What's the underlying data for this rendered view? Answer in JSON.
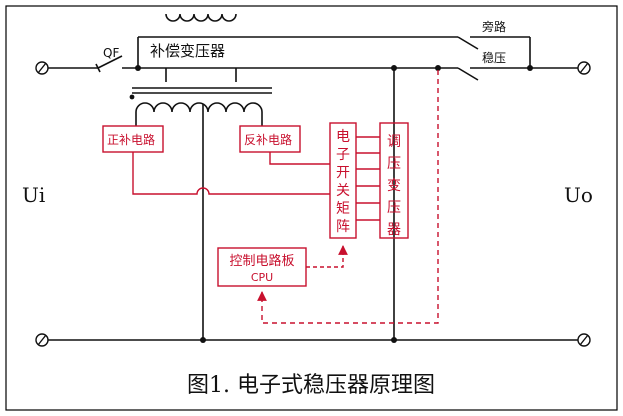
{
  "diagram": {
    "caption": "图1. 电子式稳压器原理图",
    "terminal_in": "Ui",
    "terminal_out": "Uo",
    "breaker_label": "QF",
    "comp_transformer_label": "补偿变压器",
    "bypass_switch_label": "旁路",
    "regulate_switch_label": "稳压",
    "positive_comp_circuit": "正补电路",
    "negative_comp_circuit": "反补电路",
    "switch_matrix_chars": [
      "电",
      "子",
      "开",
      "关",
      "矩",
      "阵"
    ],
    "regulating_transformer_chars": [
      "调",
      "压",
      "变",
      "压",
      "器"
    ],
    "control_board_label": "控制电路板",
    "control_board_cpu": "CPU"
  },
  "colors": {
    "wire": "#111111",
    "control": "#c8102e",
    "frame": "#000000"
  }
}
